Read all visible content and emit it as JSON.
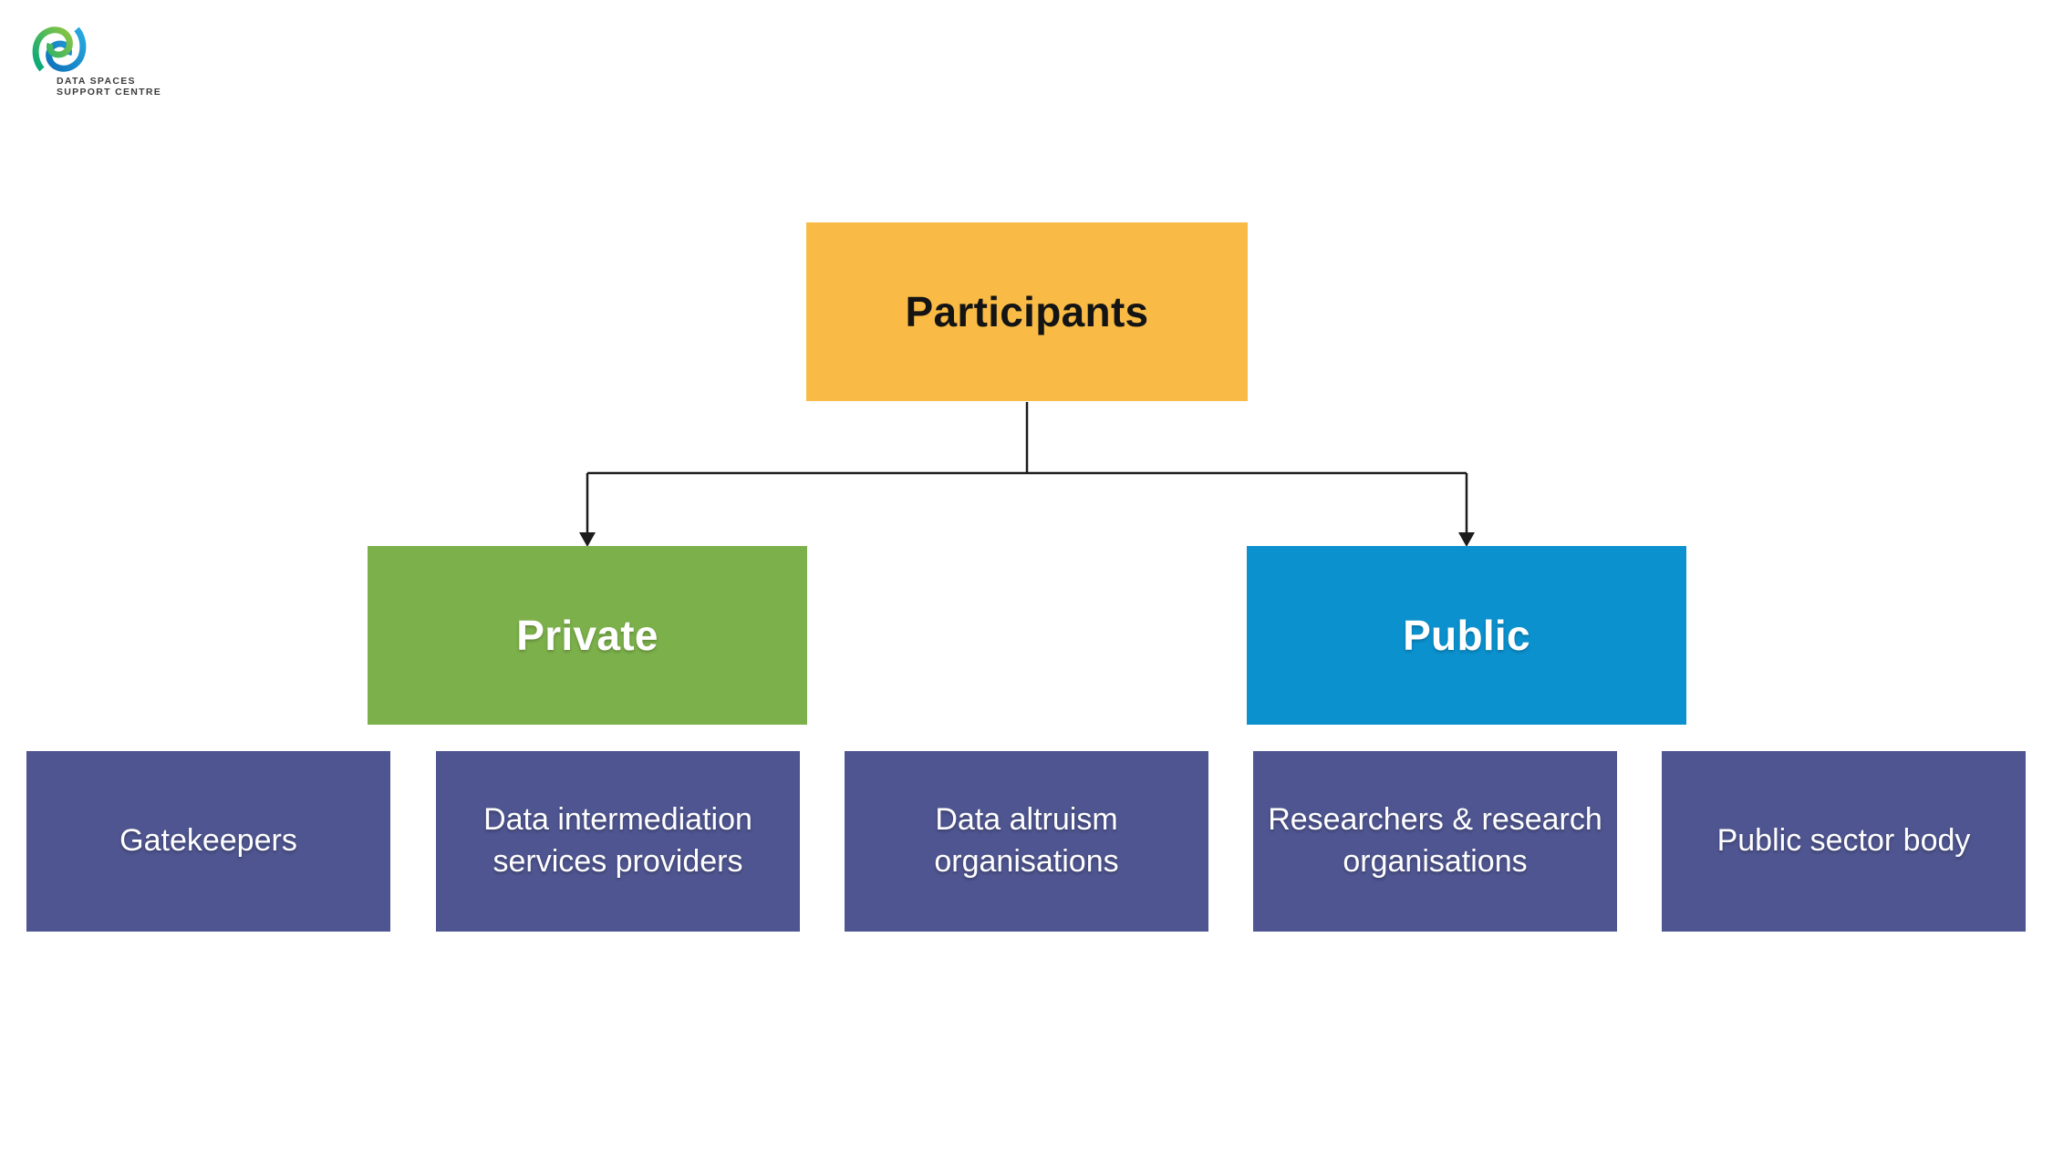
{
  "logo": {
    "text_line1": "DATA SPACES",
    "text_line2": "SUPPORT CENTRE",
    "text_color": "#3B3B3B",
    "icon_green_light": "#8DC63F",
    "icon_green_teal": "#00A87E",
    "icon_blue_light": "#29ABE2",
    "icon_blue_dark": "#1071B8"
  },
  "connector": {
    "color": "#1C1C1C"
  },
  "diagram": {
    "root": {
      "label": "Participants",
      "bg": "#F9BB45",
      "text_color": "#141414"
    },
    "branches": [
      {
        "label": "Private",
        "bg": "#7CB04B",
        "text_color": "#FFFFFF"
      },
      {
        "label": "Public",
        "bg": "#0B91CE",
        "text_color": "#FFFFFF"
      }
    ],
    "leaves": [
      {
        "label": "Gatekeepers"
      },
      {
        "label": "Data intermediation services providers"
      },
      {
        "label": "Data altruism organisations"
      },
      {
        "label": "Researchers & research organisations"
      },
      {
        "label": "Public sector body"
      }
    ],
    "leaf_bg": "#4F5590",
    "leaf_text_color": "#FFFFFF"
  }
}
